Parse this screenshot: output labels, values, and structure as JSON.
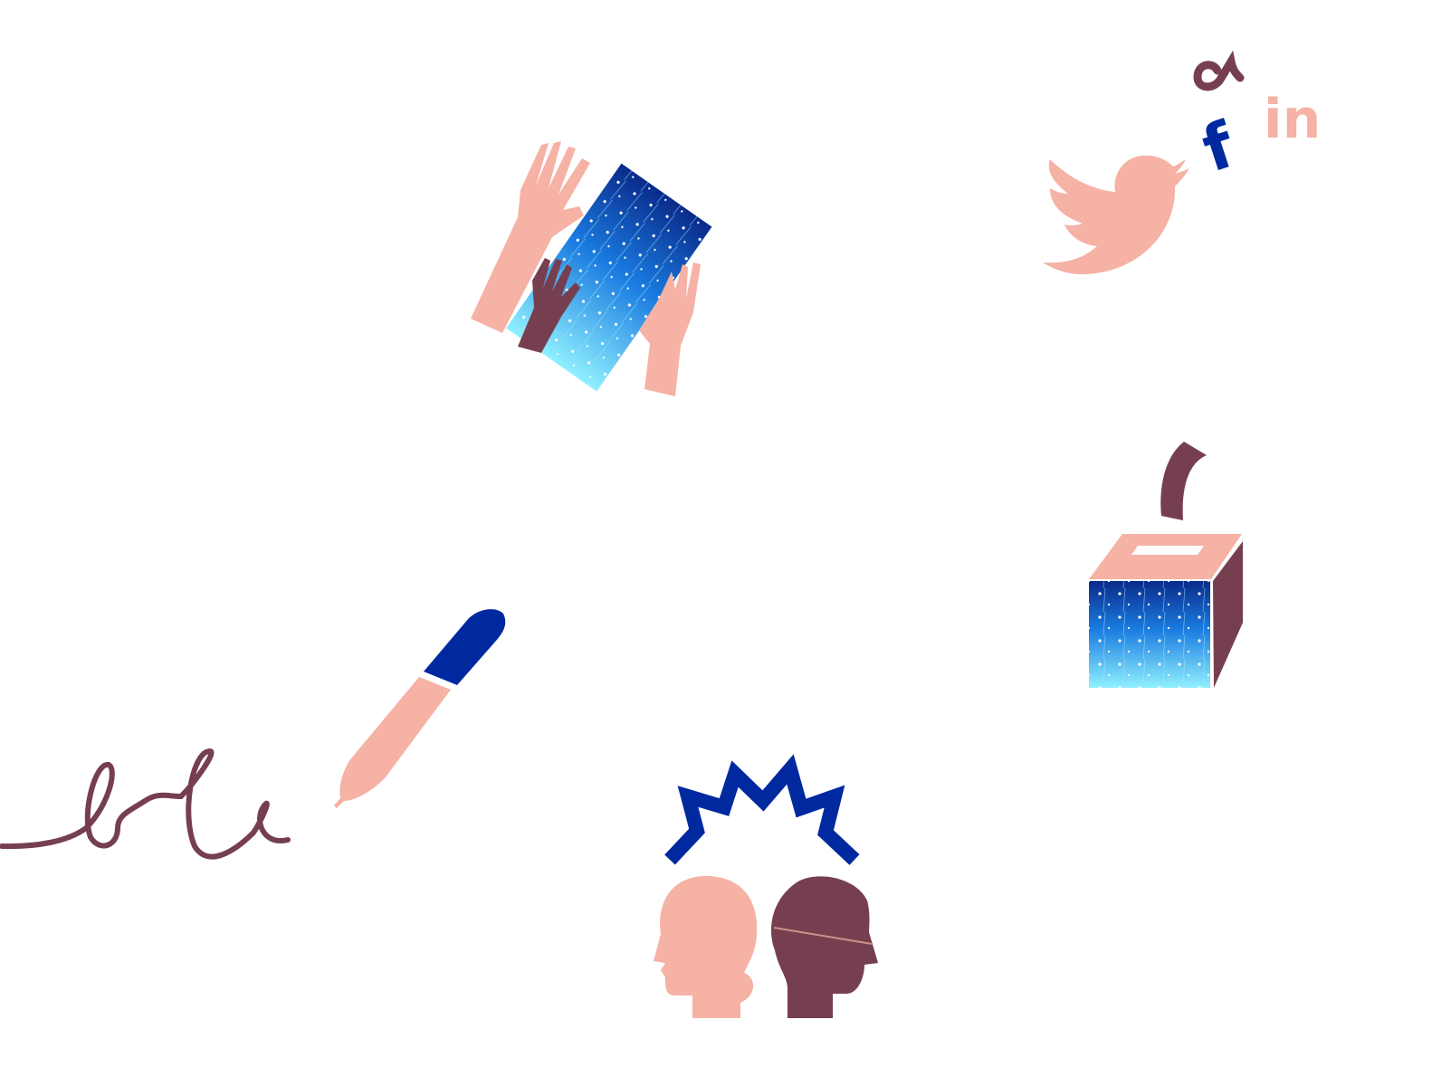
{
  "colors": {
    "pink": "#f5b2a5",
    "maroon": "#763f50",
    "blue": "#0029a0",
    "fiber_light": "#7fe8ff",
    "fiber_dark": "#0a2a8a",
    "background": "#ffffff"
  },
  "illustrations": [
    {
      "name": "hands-tablet",
      "icon": "raised-hands-icon"
    },
    {
      "name": "social-media",
      "icon": "twitter-bird-icon"
    },
    {
      "name": "ballot-box",
      "icon": "ballot-box-icon"
    },
    {
      "name": "pen-signature",
      "icon": "pen-icon"
    },
    {
      "name": "heads-conflict",
      "icon": "heads-clash-icon"
    }
  ],
  "logos": {
    "facebook": "f",
    "linkedin": "in"
  }
}
